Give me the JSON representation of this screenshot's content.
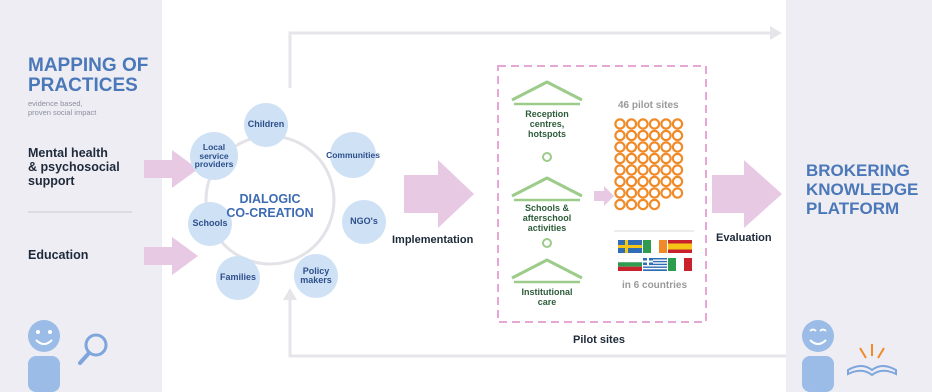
{
  "left": {
    "title_line1": "MAPPING OF",
    "title_line2": "PRACTICES",
    "subtitle_line1": "evidence based,",
    "subtitle_line2": "proven social impact",
    "item1_line1": "Mental health",
    "item1_line2": "& psychosocial",
    "item1_line3": "support",
    "item2": "Education",
    "icon": "person-search-icon"
  },
  "cocreation": {
    "center_line1": "DIALOGIC",
    "center_line2": "CO-CREATION",
    "nodes": {
      "children": "Children",
      "communities": "Communities",
      "ngos": "NGO's",
      "policy_line1": "Policy",
      "policy_line2": "makers",
      "families": "Families",
      "schools": "Schools",
      "local_line1": "Local service",
      "local_line2": "providers"
    }
  },
  "flow": {
    "implementation": "Implementation",
    "evaluation": "Evaluation"
  },
  "pilot": {
    "box_label": "Pilot sites",
    "site1_line1": "Reception",
    "site1_line2": "centres,",
    "site1_line3": "hotspots",
    "site2_line1": "Schools &",
    "site2_line2": "afterschool",
    "site2_line3": "activities",
    "site3_line1": "Institutional",
    "site3_line2": "care",
    "count_label": "46 pilot sites",
    "count": 46,
    "countries_label": "in 6 countries",
    "flags": [
      "sweden-flag",
      "ireland-flag",
      "spain-flag",
      "bulgaria-flag",
      "greece-flag",
      "italy-flag"
    ]
  },
  "right": {
    "title_line1": "BROKERING",
    "title_line2": "KNOWLEDGE",
    "title_line3": "PLATFORM",
    "icon": "person-book-icon"
  },
  "colors": {
    "panel": "#efedf4",
    "blue": "#4a78b8",
    "arrow_pink": "#e7c9e4",
    "node_fill": "#cfe1f4",
    "house_green": "#9ccb8a",
    "orange": "#f08a28",
    "box_dash": "#e6a6d6"
  }
}
